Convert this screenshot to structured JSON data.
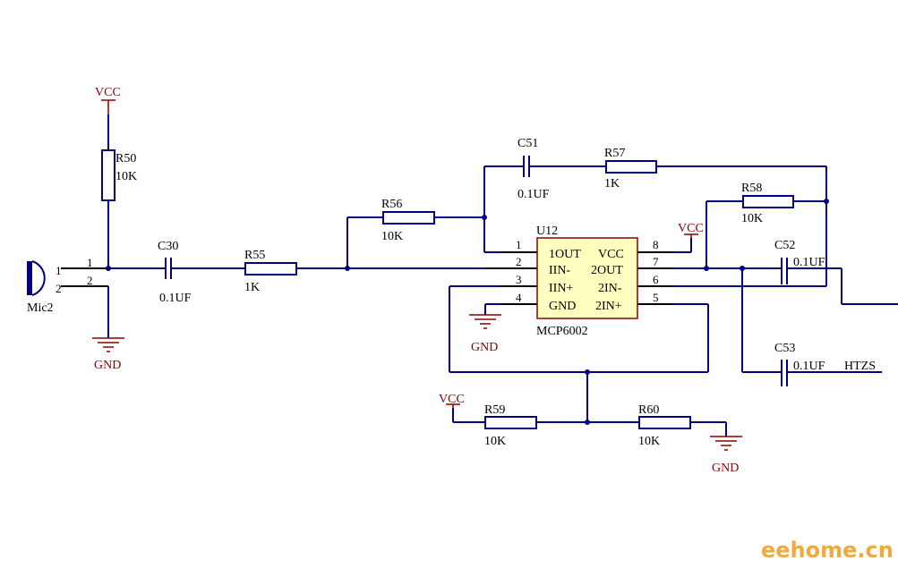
{
  "labels": {
    "vcc": "VCC",
    "gnd": "GND",
    "r50": "R50",
    "r50_val": "10K",
    "r55": "R55",
    "r55_val": "1K",
    "r56": "R56",
    "r56_val": "10K",
    "r57": "R57",
    "r57_val": "1K",
    "r58": "R58",
    "r58_val": "10K",
    "r59": "R59",
    "r59_val": "10K",
    "r60": "R60",
    "r60_val": "10K",
    "c30": "C30",
    "c30_val": "0.1UF",
    "c51": "C51",
    "c51_val": "0.1UF",
    "c52": "C52",
    "c52_val": "0.1UF",
    "c53": "C53",
    "c53_val": "0.1UF",
    "mic": "Mic2",
    "u12": "U12",
    "ic_part": "MCP6002",
    "net_out": "HTZS"
  },
  "ic_pins": {
    "p1": "1OUT",
    "p2": "IIN-",
    "p3": "IIN+",
    "p4": "GND",
    "p5": "2IN+",
    "p6": "2IN-",
    "p7": "2OUT",
    "p8": "VCC"
  },
  "pin_numbers": {
    "n1": "1",
    "n2": "2",
    "n3": "3",
    "n4": "4",
    "n5": "5",
    "n6": "6",
    "n7": "7",
    "n8": "8"
  },
  "mic_pins": {
    "a": "1",
    "b": "2"
  },
  "watermark": "eehome.cn"
}
